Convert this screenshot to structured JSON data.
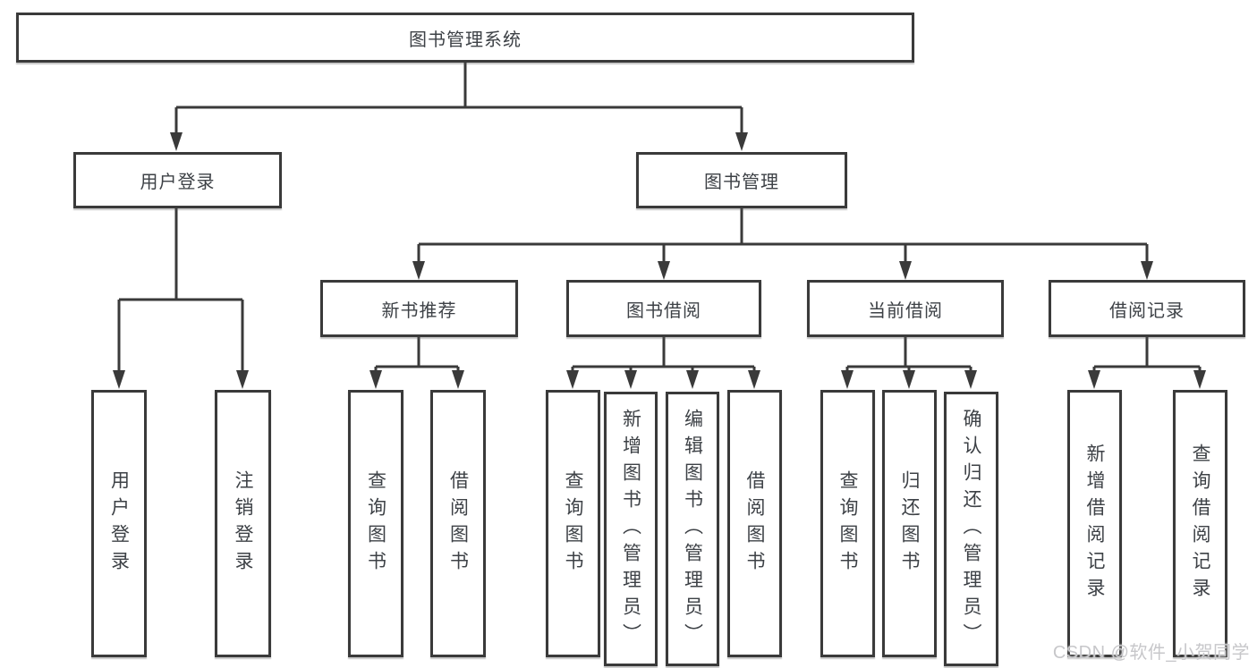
{
  "tree": {
    "label": "图书管理系统",
    "children": [
      {
        "label": "用户登录",
        "children": [
          {
            "label": "用户登录"
          },
          {
            "label": "注销登录"
          }
        ]
      },
      {
        "label": "图书管理",
        "children": [
          {
            "label": "新书推荐",
            "children": [
              {
                "label": "查询图书"
              },
              {
                "label": "借阅图书"
              }
            ]
          },
          {
            "label": "图书借阅",
            "children": [
              {
                "label": "查询图书"
              },
              {
                "label": "新增图书（管理员）"
              },
              {
                "label": "编辑图书（管理员）"
              },
              {
                "label": "借阅图书"
              }
            ]
          },
          {
            "label": "当前借阅",
            "children": [
              {
                "label": "查询图书"
              },
              {
                "label": "归还图书"
              },
              {
                "label": "确认归还（管理员）"
              }
            ]
          },
          {
            "label": "借阅记录",
            "children": [
              {
                "label": "新增借阅记录"
              },
              {
                "label": "查询借阅记录"
              }
            ]
          }
        ]
      }
    ]
  },
  "watermark": {
    "text": "CSDN @软件_小贺同学"
  },
  "colors": {
    "line": "#3a3a3a",
    "text": "#3d4146",
    "background": "#ffffff",
    "watermark": "#c7c7ca"
  }
}
